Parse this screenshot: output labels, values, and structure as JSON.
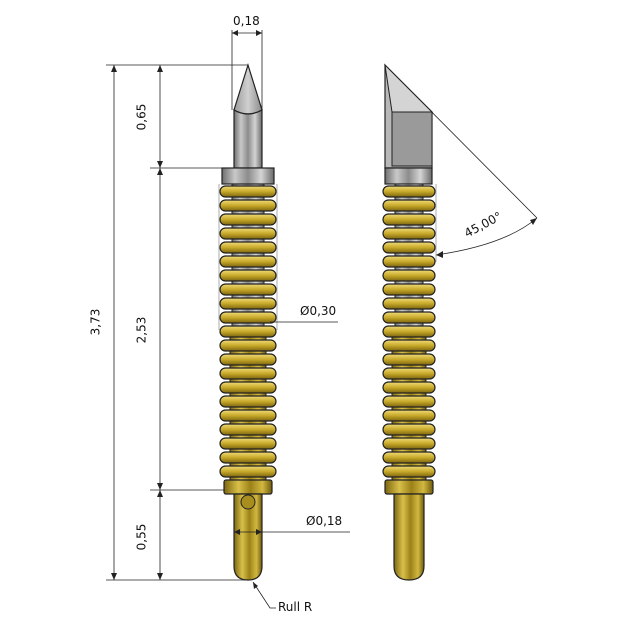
{
  "drawing": {
    "title": "Spring-loaded contact probe with chisel tip",
    "views": [
      "front-view",
      "side-view"
    ],
    "colors": {
      "gold": "#c8a92a",
      "gold_dark": "#8a7212",
      "gold_light": "#e8d26a",
      "steel": "#a8a8a8",
      "steel_dark": "#6e6e6e",
      "line": "#222222",
      "background": "#ffffff"
    }
  },
  "dimensions": {
    "tip_width": "0,18",
    "tip_length": "0,65",
    "overall_length": "3,73",
    "spring_length": "2,53",
    "spring_diameter": "Ø0,30",
    "plunger_length": "0,55",
    "plunger_diameter": "Ø0,18",
    "tip_angle": "45,00°",
    "end_radius_note": "Rull R"
  }
}
